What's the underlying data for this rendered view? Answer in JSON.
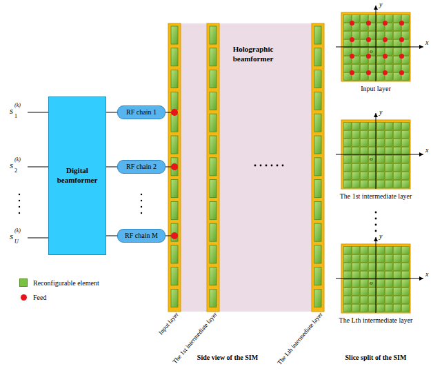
{
  "diagram": {
    "nodes": [
      {
        "text": [
          "Digital beamformer"
        ]
      },
      {
        "text": [
          "RF chain 1"
        ]
      },
      {
        "text": [
          "RF chain 2"
        ]
      },
      {
        "text": [
          "RF chain M"
        ]
      },
      {
        "text": [
          "Holographic beamformer"
        ]
      },
      {
        "text": [
          "Input layer"
        ]
      },
      {
        "text": [
          "The 1st intermediate layer"
        ]
      },
      {
        "text": [
          "The Lth intermediate layer"
        ]
      }
    ],
    "edges": [
      {
        "from": 0,
        "to": 1,
        "arrow": "none"
      },
      {
        "from": 0,
        "to": 2,
        "arrow": "none"
      },
      {
        "from": 0,
        "to": 3,
        "arrow": "none"
      }
    ],
    "labels": [
      "s",
      "1",
      "(k)",
      "s",
      "2",
      "(k)",
      "s",
      "U",
      "(k)",
      "Input layer",
      "The 1st intermediate layer",
      "The Lth intermediate layer",
      "Side view of the SIM",
      "Slice split of the SIM",
      "x",
      "y",
      "o",
      "x",
      "y",
      "o",
      "x",
      "y",
      "o"
    ],
    "legend": [
      {
        "text": "Reconfigurable element",
        "color": "#7cc242"
      },
      {
        "text": "Feed",
        "color": "#e8141b"
      }
    ]
  }
}
